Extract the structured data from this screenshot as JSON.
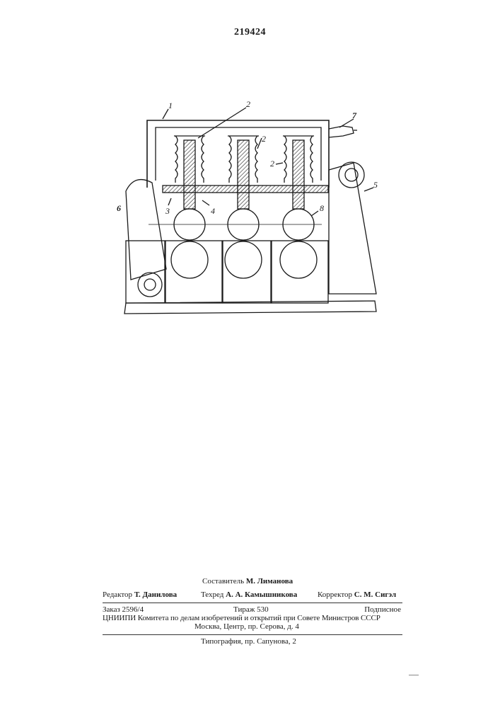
{
  "header": {
    "patent_number": "219424"
  },
  "figure": {
    "labels": {
      "l1": "1",
      "l2a": "2",
      "l2b": "2",
      "l2c": "2",
      "l3": "3",
      "l4": "4",
      "l5": "5",
      "l6": "6",
      "l7": "7",
      "l8": "8"
    }
  },
  "imprint": {
    "compiler_label": "Составитель",
    "compiler_name": "М. Лиманова",
    "editor_label": "Редактор",
    "editor_name": "Т. Данилова",
    "techred_label": "Техред",
    "techred_name": "А. А. Камышникова",
    "corrector_label": "Корректор",
    "corrector_name": "С. М. Сигэл",
    "order": "Заказ 2596/4",
    "circulation": "Тираж 530",
    "subscription": "Подписное",
    "institute": "ЦНИИПИ Комитета по делам изобретений и открытий при Совете Министров СССР",
    "address": "Москва, Центр, пр. Серова, д. 4",
    "printer": "Типография, пр. Сапунова, 2"
  }
}
